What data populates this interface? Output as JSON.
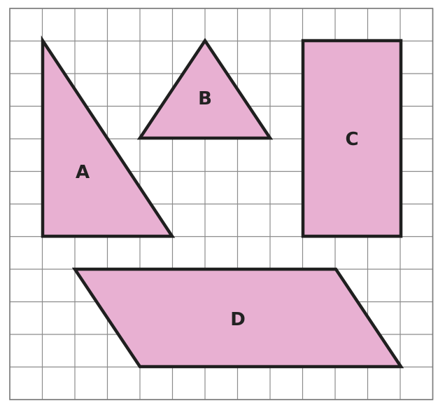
{
  "colors": {
    "shape_fill": "#e8b0d2",
    "shape_stroke": "#1f1f1f",
    "grid_line": "#8c8c8c",
    "background": "#ffffff"
  },
  "shapes": [
    {
      "label": "A",
      "type": "right-triangle"
    },
    {
      "label": "B",
      "type": "triangle"
    },
    {
      "label": "C",
      "type": "rectangle"
    },
    {
      "label": "D",
      "type": "parallelogram"
    }
  ]
}
